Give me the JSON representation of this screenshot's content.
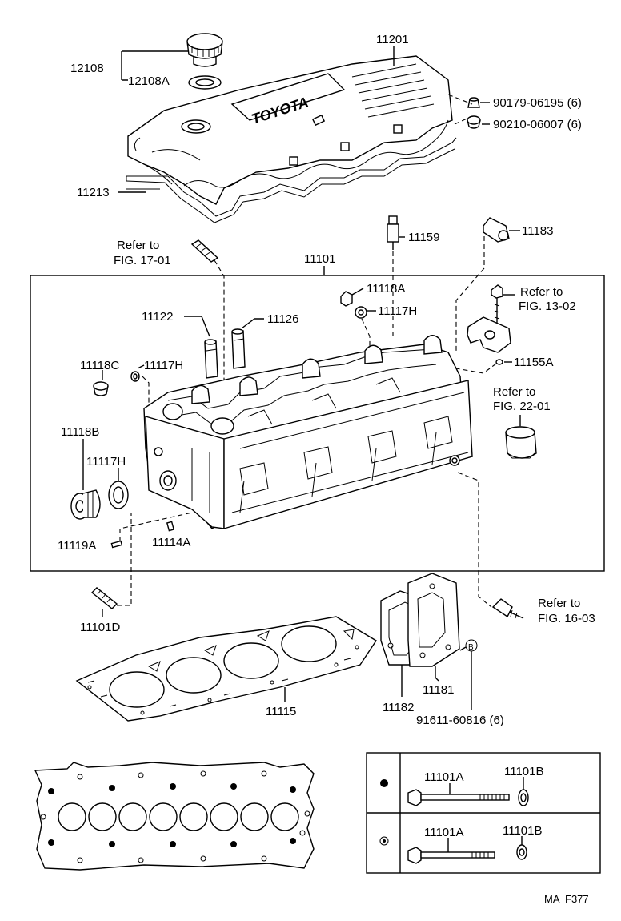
{
  "labels": {
    "p12108": "12108",
    "p12108A": "12108A",
    "p11201": "11201",
    "p90179": "90179-06195 (6)",
    "p90210": "90210-06007 (6)",
    "p11213": "11213",
    "p11159": "11159",
    "p11183": "11183",
    "refer_to_1": "Refer to",
    "fig_17_01": "FIG. 17-01",
    "p11101": "11101",
    "p11118A": "11118A",
    "refer_to_2": "Refer to",
    "fig_13_02": "FIG. 13-02",
    "p11117H_a": "11117H",
    "p11122": "11122",
    "p11126": "11126",
    "p11155A": "11155A",
    "p11118C": "11118C",
    "p11117H_b": "11117H",
    "refer_to_3": "Refer to",
    "fig_22_01": "FIG. 22-01",
    "p11118B": "11118B",
    "p11117H_c": "11117H",
    "p11119A": "11119A",
    "p11114A": "11114A",
    "p11101D": "11101D",
    "refer_to_4": "Refer to",
    "fig_16_03": "FIG. 16-03",
    "p11115": "11115",
    "p11182": "11182",
    "p11181": "11181",
    "circle_b": "B",
    "p91611": "91611-60816 (6)",
    "table_r1_bolt": "11101A",
    "table_r1_washer": "11101B",
    "table_r2_bolt": "11101A",
    "table_r2_washer": "11101B",
    "footer_code": "MA  F377",
    "cover_brand": "TOYOTA"
  },
  "colors": {
    "ink": "#000000",
    "paper": "#ffffff"
  }
}
